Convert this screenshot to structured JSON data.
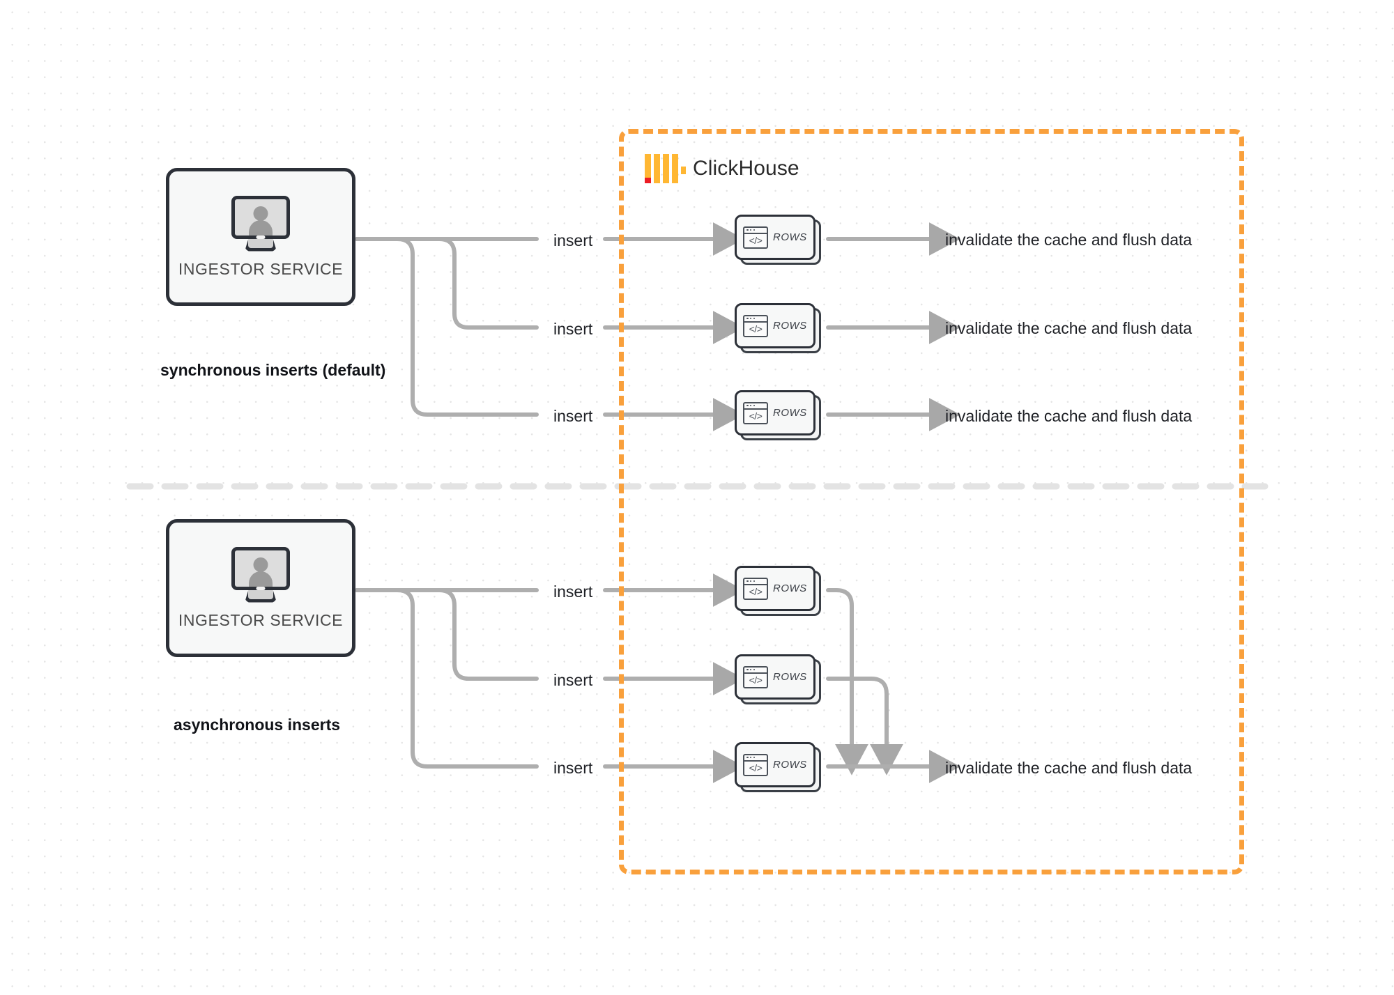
{
  "diagram": {
    "title": "ClickHouse synchronous vs asynchronous inserts",
    "background": "#ffffff",
    "dot_color": "#e4e4e4"
  },
  "container": {
    "name": "ClickHouse",
    "logo_icon": "clickhouse-logo-icon",
    "border_color": "#f9a03c",
    "border_style": "dashed"
  },
  "sections": [
    {
      "id": "sync",
      "title": "synchronous inserts (default)",
      "service": {
        "label": "INGESTOR SERVICE",
        "icon": "monitor-user-icon"
      },
      "edges": [
        {
          "insert_label": "insert",
          "node_label": "ROWS",
          "node_icon": "code-window-icon",
          "result_label": "invalidate the cache and flush data"
        },
        {
          "insert_label": "insert",
          "node_label": "ROWS",
          "node_icon": "code-window-icon",
          "result_label": "invalidate the cache and flush data"
        },
        {
          "insert_label": "insert",
          "node_label": "ROWS",
          "node_icon": "code-window-icon",
          "result_label": "invalidate the cache and flush data"
        }
      ]
    },
    {
      "id": "async",
      "title": "asynchronous inserts",
      "service": {
        "label": "INGESTOR SERVICE",
        "icon": "monitor-user-icon"
      },
      "edges": [
        {
          "insert_label": "insert",
          "node_label": "ROWS",
          "node_icon": "code-window-icon"
        },
        {
          "insert_label": "insert",
          "node_label": "ROWS",
          "node_icon": "code-window-icon"
        },
        {
          "insert_label": "insert",
          "node_label": "ROWS",
          "node_icon": "code-window-icon"
        }
      ],
      "merged_result_label": "invalidate the cache and flush data"
    }
  ],
  "divider": {
    "style": "dashed",
    "color": "#e2e2e2"
  },
  "code_glyph": "</>"
}
